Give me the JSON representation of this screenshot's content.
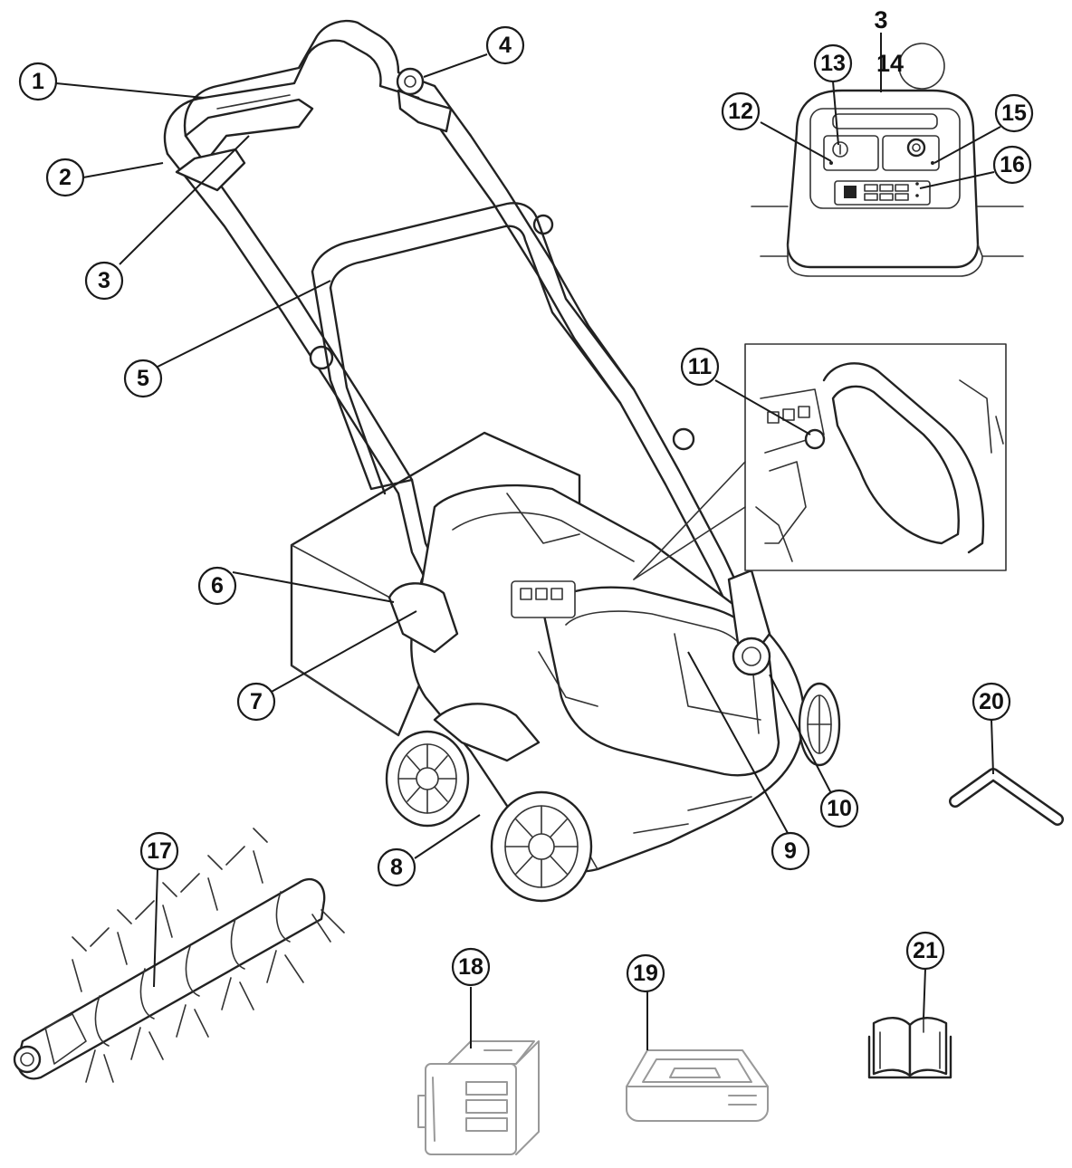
{
  "callouts": [
    {
      "id": "c1",
      "label": "1"
    },
    {
      "id": "c2",
      "label": "2"
    },
    {
      "id": "c3a",
      "label": "3"
    },
    {
      "id": "c3b",
      "label": "3"
    },
    {
      "id": "c4",
      "label": "4"
    },
    {
      "id": "c5",
      "label": "5"
    },
    {
      "id": "c6",
      "label": "6"
    },
    {
      "id": "c7",
      "label": "7"
    },
    {
      "id": "c8",
      "label": "8"
    },
    {
      "id": "c9",
      "label": "9"
    },
    {
      "id": "c10",
      "label": "10"
    },
    {
      "id": "c11",
      "label": "11"
    },
    {
      "id": "c12",
      "label": "12"
    },
    {
      "id": "c13",
      "label": "13"
    },
    {
      "id": "c14",
      "label": "14"
    },
    {
      "id": "c15",
      "label": "15"
    },
    {
      "id": "c16",
      "label": "16"
    },
    {
      "id": "c17",
      "label": "17"
    },
    {
      "id": "c18",
      "label": "18"
    },
    {
      "id": "c19",
      "label": "19"
    },
    {
      "id": "c20",
      "label": "20"
    },
    {
      "id": "c21",
      "label": "21"
    }
  ],
  "icons": {
    "mower": "lawn-scarifier-icon",
    "control_panel": "control-panel-icon",
    "detail_inset": "switch-detail-icon",
    "roller": "aerator-roller-icon",
    "battery": "battery-pack-icon",
    "charger": "charger-icon",
    "key": "hex-key-icon",
    "manual": "manual-book-icon"
  }
}
